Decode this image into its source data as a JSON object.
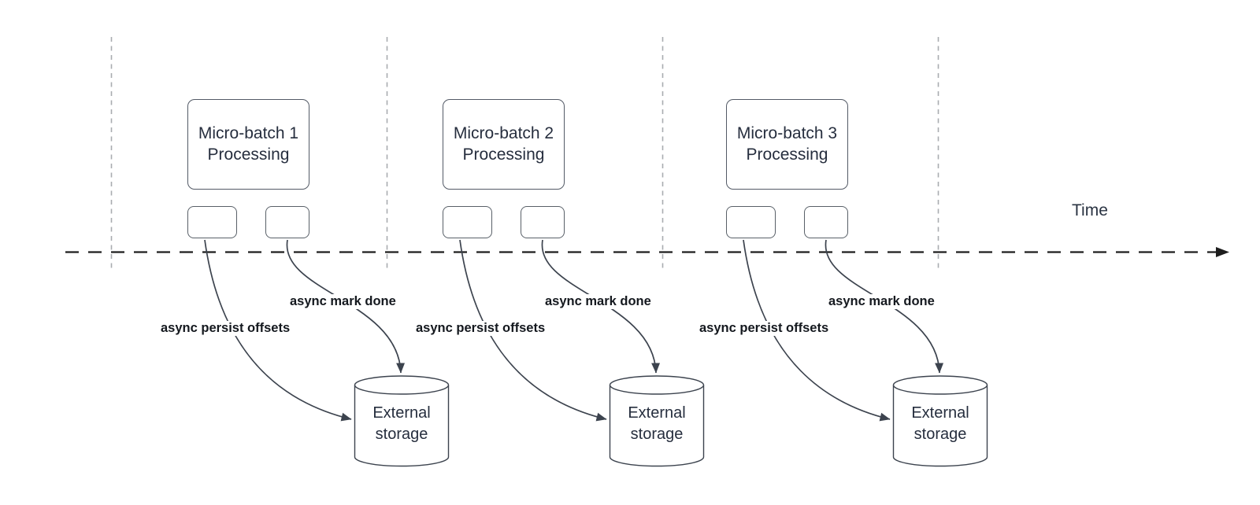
{
  "diagram": {
    "description": "Micro-batch processing timeline with async offset persistence to external storage",
    "time_axis_label": "Time",
    "batches": [
      {
        "title_line1": "Micro-batch 1",
        "title_line2": "Processing",
        "persist_arrow_label": "async persist offsets",
        "done_arrow_label": "async mark done",
        "storage_line1": "External",
        "storage_line2": "storage"
      },
      {
        "title_line1": "Micro-batch 2",
        "title_line2": "Processing",
        "persist_arrow_label": "async persist offsets",
        "done_arrow_label": "async mark done",
        "storage_line1": "External",
        "storage_line2": "storage"
      },
      {
        "title_line1": "Micro-batch 3",
        "title_line2": "Processing",
        "persist_arrow_label": "async persist offsets",
        "done_arrow_label": "async mark done",
        "storage_line1": "External",
        "storage_line2": "storage"
      }
    ],
    "colors": {
      "background": "#ffffff",
      "shape_stroke": "#535a66",
      "connector_stroke": "#3c434e",
      "time_axis": "#1d1d1d",
      "guide_line": "#a9acb0",
      "shape_text": "#262e3e",
      "label_text": "#14181e"
    }
  }
}
